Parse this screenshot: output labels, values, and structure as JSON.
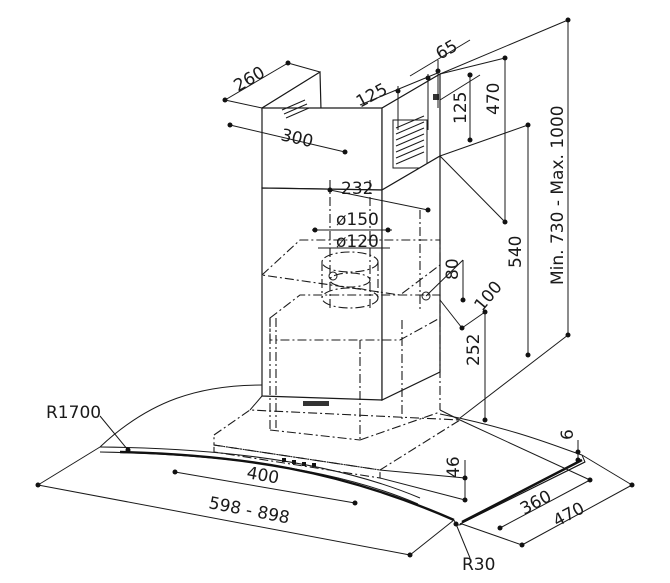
{
  "dimensions": {
    "chimney_depth": "260",
    "chimney_width": "300",
    "top_offset": "65",
    "bracket_spacing": "125",
    "bracket_height": "125",
    "upper_height": "470",
    "outlet_center": "232",
    "outlet_diameter_large": "ø150",
    "outlet_diameter_small": "ø120",
    "lower_height": "540",
    "total_height": "Min. 730 - Max. 1000",
    "outlet_offset": "80",
    "motor_offset": "100",
    "motor_height": "252",
    "curve_radius": "R1700",
    "glass_thickness": "6",
    "control_height": "46",
    "body_width": "400",
    "overall_width": "598 - 898",
    "glass_depth_inner": "360",
    "glass_depth_outer": "470",
    "corner_radius": "R30"
  },
  "colors": {
    "line": "#1a1a1a",
    "background": "#ffffff"
  }
}
